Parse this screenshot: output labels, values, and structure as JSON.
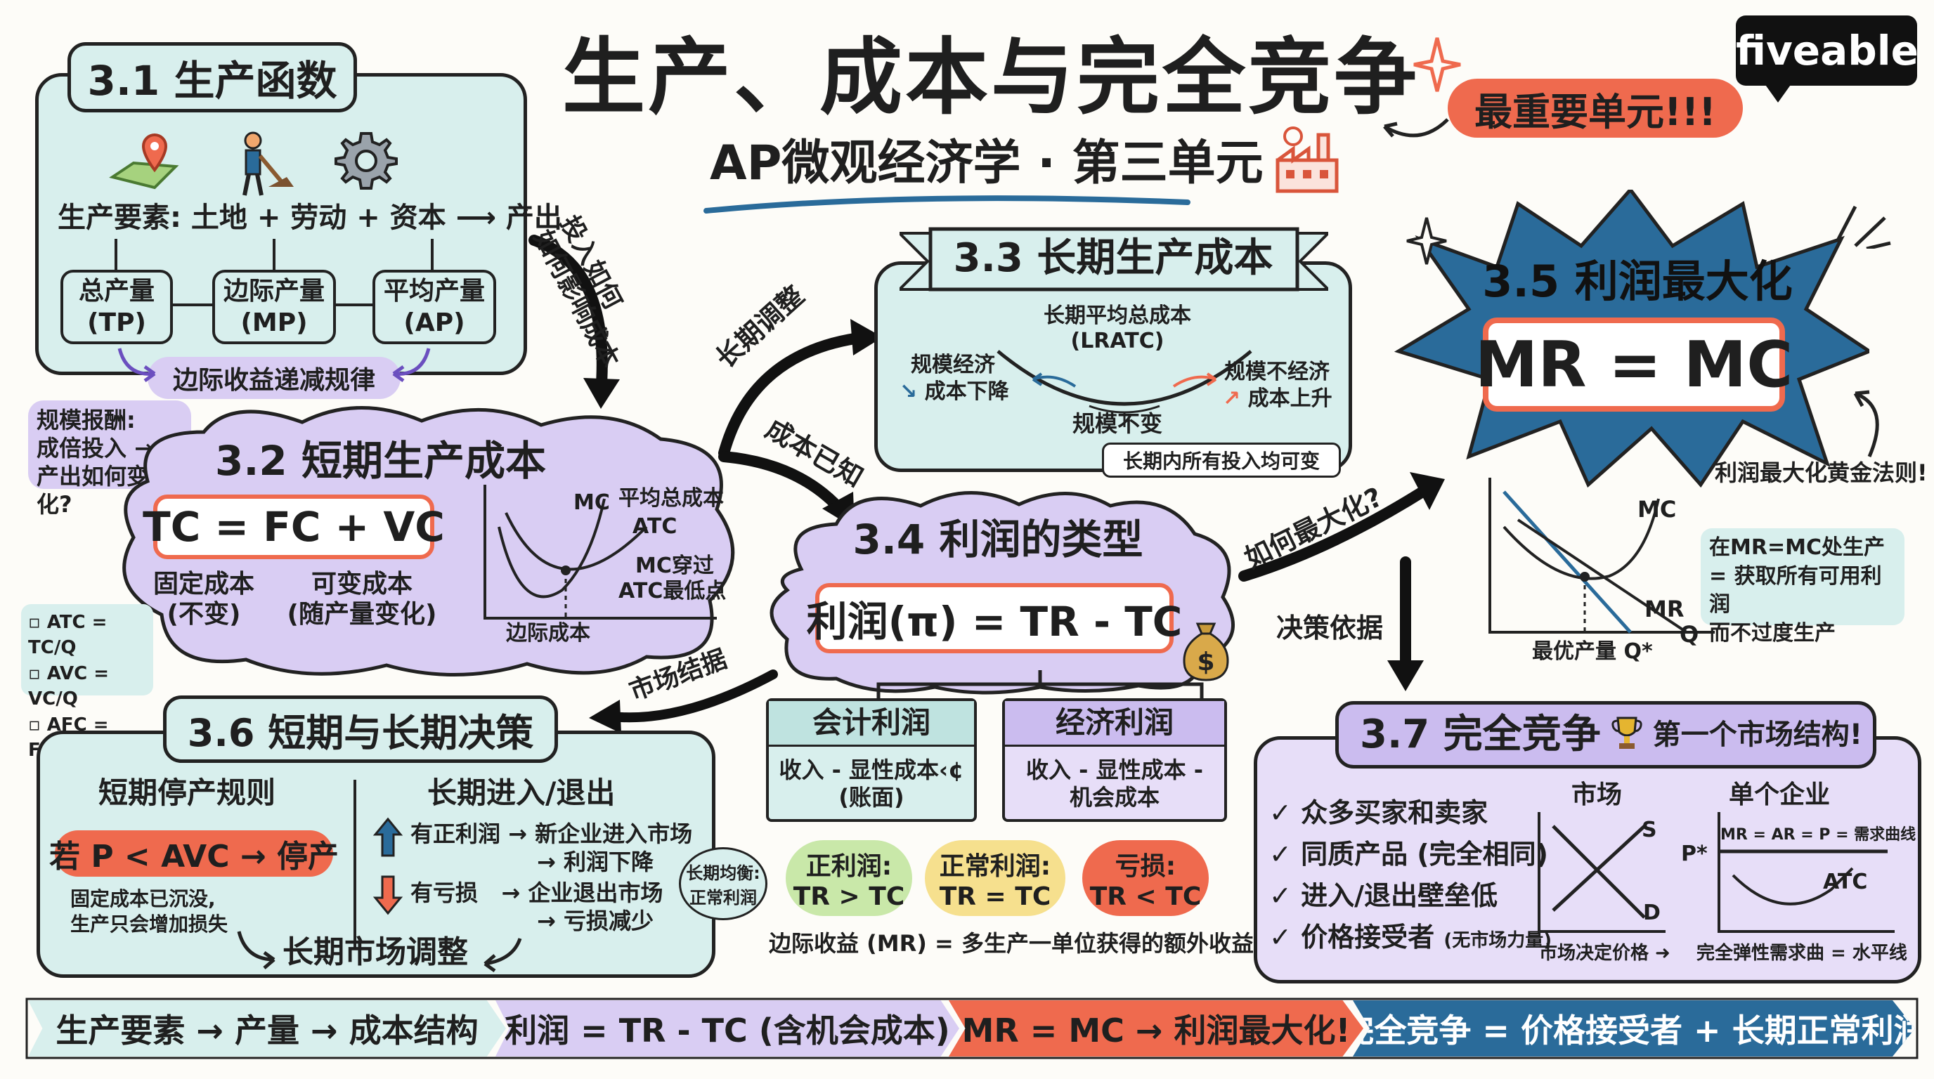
{
  "header": {
    "title": "生产、成本与完全竞争",
    "subtitle": "AP微观经济学 · 第三单元",
    "brand": "fiveable",
    "importance_badge": "最重要单元!!!"
  },
  "s31": {
    "title": "3.1 生产函数",
    "factors": "生产要素: 土地 + 劳动 + 资本 ⟶ 产出",
    "tp": "总产量",
    "tp_abbr": "(TP)",
    "mp": "边际产量",
    "mp_abbr": "(MP)",
    "ap": "平均产量",
    "ap_abbr": "(AP)",
    "law": "边际收益递减规律",
    "arrow_label": "投入如何\n如何影响成本",
    "arrow_label_1": "投入如何",
    "arrow_label_2": "如何影响成本"
  },
  "returns_note": [
    "规模报酬:",
    "成倍投入 →",
    "产出如何变化?"
  ],
  "s32": {
    "title": "3.2 短期生产成本",
    "formula": "TC = FC + VC",
    "fixed": "固定成本",
    "fixed_note": "(不变)",
    "variable": "可变成本",
    "variable_note": "(随产量变化)",
    "graph_mc": "MC",
    "graph_atc_label": "平均总成本",
    "graph_atc": "ATC",
    "graph_cross": "MC穿过",
    "graph_cross2": "ATC最低点",
    "graph_xlabel": "边际成本"
  },
  "formulas_side": [
    "ATC = TC/Q",
    "AVC = VC/Q",
    "AFC = FC/Q"
  ],
  "s33": {
    "title": "3.3 长期生产成本",
    "curve_label": "长期平均总成本",
    "curve_abbr": "(LRATC)",
    "econ_label": "规模经济",
    "econ_note": "成本下降",
    "dis_label": "规模不经济",
    "dis_note": "成本上升",
    "constant": "规模不变",
    "footer": "长期内所有投入均可变",
    "arrow_label": "长期调整",
    "arrow_label2": "成本已知"
  },
  "s34": {
    "title": "3.4 利润的类型",
    "formula": "利润(π) = TR - TC",
    "acct_title": "会计利润",
    "acct_body": "收入 - 显性成本‹¢",
    "acct_body2": "(账面)",
    "econ_title": "经济利润",
    "econ_body": "收入 - 显性成本 -",
    "econ_body2": "机会成本",
    "pos_label": "正利润:",
    "pos_formula": "TR > TC",
    "normal_label": "正常利润:",
    "normal_formula": "TR = TC",
    "loss_label": "亏损:",
    "loss_formula": "TR < TC",
    "mr_note": "边际收益 (MR) = 多生产一单位获得的额外收益",
    "market_label": "市场结据",
    "how_max": "如何最大化?",
    "decision": "决策依据"
  },
  "s35": {
    "title": "3.5 利润最大化",
    "formula": "MR = MC",
    "golden": "利润最大化黄金法则!",
    "graph_mc": "MC",
    "graph_mr": "MR",
    "graph_q": "Q",
    "graph_xlabel": "最优产量 Q*",
    "note": [
      "在MR=MC处生产",
      "= 获取所有可用利润",
      "而不过度生产"
    ]
  },
  "s36": {
    "title": "3.6 短期与长期决策",
    "short_title": "短期停产规则",
    "rule": "若 P < AVC → 停产",
    "rule_note1": "固定成本已沉没,",
    "rule_note2": "生产只会增加损失",
    "long_title": "长期进入/退出",
    "profit_line": "有正利润 → 新企业进入市场",
    "profit_line2": "→ 利润下降",
    "loss_line": "有亏损   → 企业退出市场",
    "loss_line2": "→ 亏损减少",
    "equilibrium": "长期均衡:",
    "equilibrium2": "正常利润",
    "adjust": "长期市场调整"
  },
  "s37": {
    "title": "3.7 完全竞争",
    "subtitle": "第一个市场结构!",
    "items": [
      "众多买家和卖家",
      "同质产品 (完全相同)",
      "进入/退出壁垒低",
      "价格接受者"
    ],
    "items_note": "(无市场力量)",
    "market_title": "市场",
    "firm_title": "单个企业",
    "graph_s": "S",
    "graph_d": "D",
    "graph_p": "P*",
    "firm_demand": "MR = AR = P = 需求曲线",
    "firm_atc": "ATC",
    "market_note": "市场决定价格 ➜",
    "firm_note": "完全弹性需求曲 = 水平线"
  },
  "banner": [
    "生产要素 → 产量 → 成本结构",
    "利润 = TR - TC (含机会成本)",
    "MR = MC → 利润最大化!",
    "完全竞争 = 价格接受者 + 长期正常利润"
  ],
  "colors": {
    "teal": "#d8efed",
    "lavender": "#d9cdf3",
    "coral": "#ef6a4e",
    "blue": "#2a6b9a",
    "green": "#c9e8a9",
    "yellow": "#f6e08e"
  }
}
